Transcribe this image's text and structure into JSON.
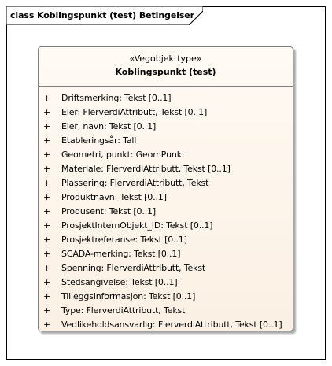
{
  "frame": {
    "title": "class Koblingspunkt (test) Betingelser"
  },
  "class": {
    "stereotype": "«Vegobjekttype»",
    "name": "Koblingspunkt (test)",
    "attributes": [
      {
        "visibility": "+",
        "text": "Driftsmerking: Tekst [0..1]"
      },
      {
        "visibility": "+",
        "text": "Eier: FlerverdiAttributt, Tekst [0..1]"
      },
      {
        "visibility": "+",
        "text": "Eier, navn: Tekst [0..1]"
      },
      {
        "visibility": "+",
        "text": "Etableringsår: Tall"
      },
      {
        "visibility": "+",
        "text": "Geometri, punkt: GeomPunkt"
      },
      {
        "visibility": "+",
        "text": "Materiale: FlerverdiAttributt, Tekst [0..1]"
      },
      {
        "visibility": "+",
        "text": "Plassering: FlerverdiAttributt, Tekst"
      },
      {
        "visibility": "+",
        "text": "Produktnavn: Tekst [0..1]"
      },
      {
        "visibility": "+",
        "text": "Produsent: Tekst [0..1]"
      },
      {
        "visibility": "+",
        "text": "ProsjektInternObjekt_ID: Tekst [0..1]"
      },
      {
        "visibility": "+",
        "text": "Prosjektreferanse: Tekst [0..1]"
      },
      {
        "visibility": "+",
        "text": "SCADA-merking: Tekst [0..1]"
      },
      {
        "visibility": "+",
        "text": "Spenning: FlerverdiAttributt, Tekst"
      },
      {
        "visibility": "+",
        "text": "Stedsangivelse: Tekst [0..1]"
      },
      {
        "visibility": "+",
        "text": "Tilleggsinformasjon: Tekst [0..1]"
      },
      {
        "visibility": "+",
        "text": "Type: FlerverdiAttributt, Tekst"
      },
      {
        "visibility": "+",
        "text": "Vedlikeholdsansvarlig: FlerverdiAttributt, Tekst [0..1]"
      }
    ]
  }
}
